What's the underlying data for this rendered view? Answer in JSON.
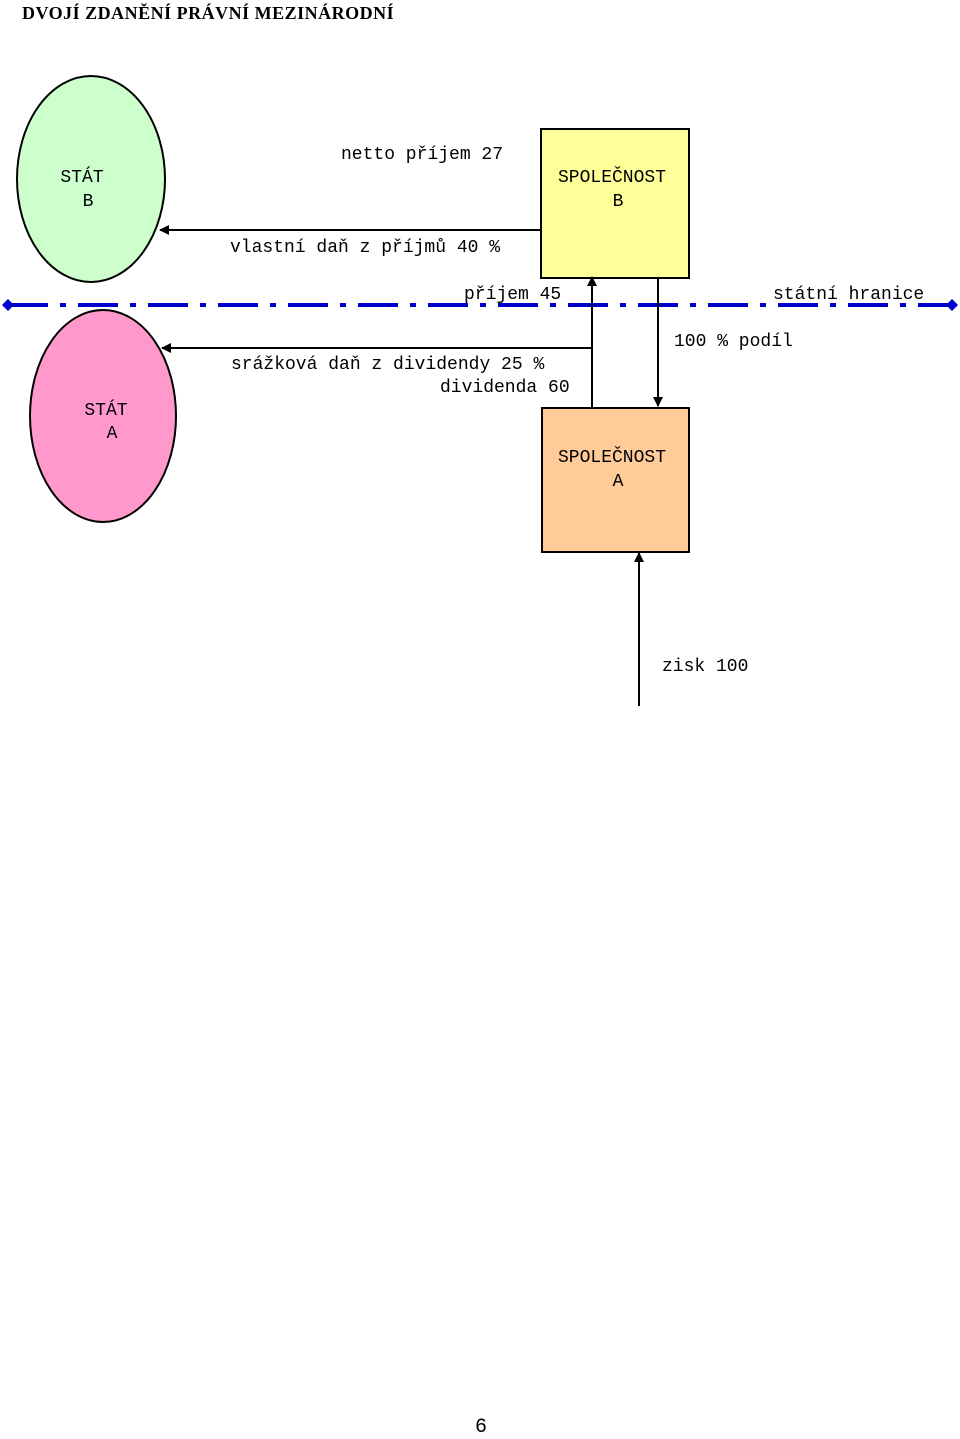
{
  "title": "DVOJÍ ZDANĚNÍ PRÁVNÍ MEZINÁRODNÍ",
  "nodes": {
    "stat_b": {
      "line1": "STÁT",
      "line2": "B",
      "fill": "#ccffcc"
    },
    "stat_a": {
      "line1": "STÁT",
      "line2": "A",
      "fill": "#ff99cc"
    },
    "spolecnost_b": {
      "line1": "SPOLEČNOST",
      "line2": "B",
      "fill": "#ffff99"
    },
    "spolecnost_a": {
      "line1": "SPOLEČNOST",
      "line2": "A",
      "fill": "#ffcc99"
    }
  },
  "labels": {
    "netto_prijem": "netto příjem 27",
    "vlastni_dan": "vlastní daň z příjmů 40 %",
    "prijem": "příjem 45",
    "statni_hranice": "státní hranice",
    "srazkova_dan": "srážková daň z dividendy 25 %",
    "dividenda": "dividenda 60",
    "podil": "100 % podíl",
    "zisk": "zisk 100"
  },
  "border_color": "#0000cc",
  "page_number": "6"
}
